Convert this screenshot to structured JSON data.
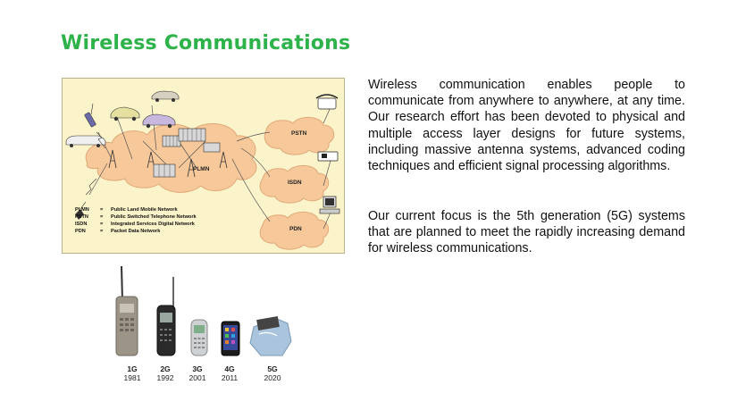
{
  "title": "Wireless Communications",
  "diagram": {
    "clouds": {
      "pstn": "PSTN",
      "isdn": "ISDN",
      "pdn": "PDN",
      "plmn": "PLMN"
    },
    "legend": [
      {
        "abbr": "PLMN",
        "eq": "=",
        "def": "Public Land Mobile Network"
      },
      {
        "abbr": "PSTN",
        "eq": "=",
        "def": "Public Switched Telephone Network"
      },
      {
        "abbr": "ISDN",
        "eq": "=",
        "def": "Integrated Services Digital Network"
      },
      {
        "abbr": "PDN",
        "eq": "=",
        "def": "Packet Data Network"
      }
    ]
  },
  "paragraphs": [
    "Wireless communication enables people to communicate from anywhere to anywhere, at any time. Our research effort has been devoted to physical and multiple access layer designs for future systems, including massive antenna systems, advanced coding techniques and efficient signal processing algorithms.",
    "Our current focus is the 5th generation (5G) systems that are planned to meet the rapidly increasing demand for wireless communications."
  ],
  "generations": [
    {
      "gen": "1G",
      "year": "1981",
      "icon": "brick-phone-icon"
    },
    {
      "gen": "2G",
      "year": "1992",
      "icon": "candybar-phone-icon"
    },
    {
      "gen": "3G",
      "year": "2001",
      "icon": "feature-phone-icon"
    },
    {
      "gen": "4G",
      "year": "2011",
      "icon": "smartphone-icon"
    },
    {
      "gen": "5G",
      "year": "2020",
      "icon": "hand-device-icon"
    }
  ]
}
